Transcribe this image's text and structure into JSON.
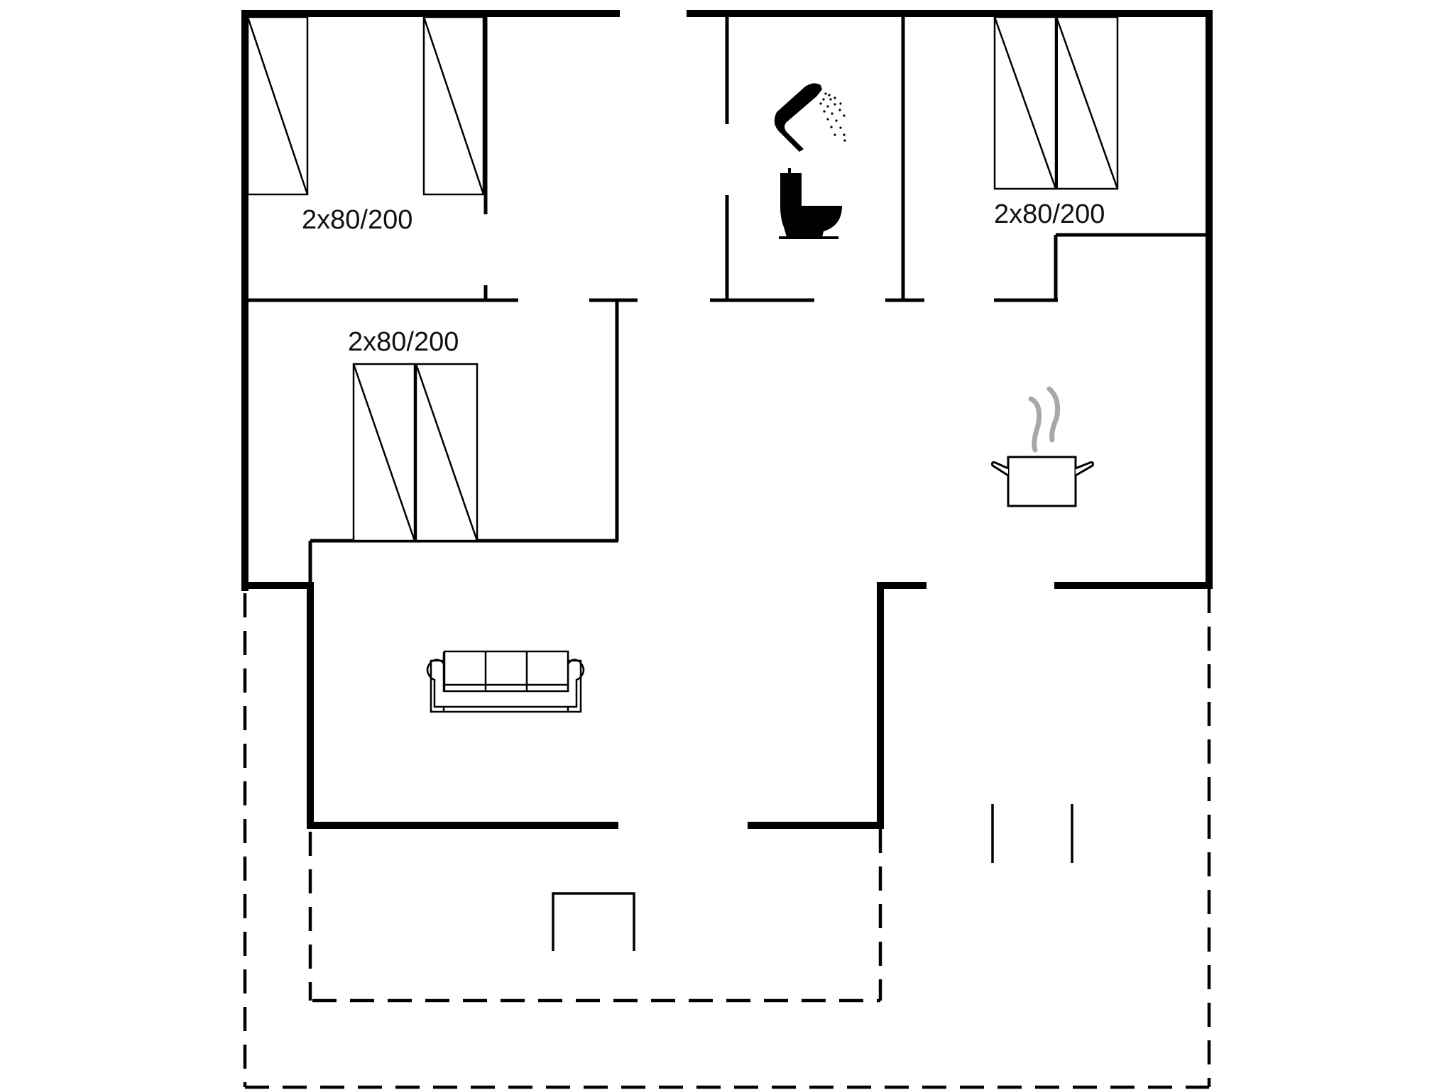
{
  "plan": {
    "type": "floor plan",
    "background": "#ffffff",
    "wall_color": "#000000",
    "steam_color": "#a8a8a8"
  },
  "rooms": [
    {
      "id": "bedroom-1",
      "bed_label": "2x80/200",
      "beds": 2
    },
    {
      "id": "bedroom-2",
      "bed_label": "2x80/200",
      "beds": 2
    },
    {
      "id": "bedroom-3",
      "bed_label": "2x80/200",
      "beds": 2
    },
    {
      "id": "bathroom",
      "icons": [
        "shower-icon",
        "toilet-icon"
      ]
    },
    {
      "id": "kitchen",
      "icons": [
        "cooking-pot-icon"
      ]
    },
    {
      "id": "living-room",
      "icons": [
        "sofa-icon"
      ]
    },
    {
      "id": "terrace",
      "style": "dashed outline"
    }
  ],
  "labels": {
    "bedroom_1_beds": "2x80/200",
    "bedroom_2_beds": "2x80/200",
    "bedroom_3_beds": "2x80/200"
  }
}
